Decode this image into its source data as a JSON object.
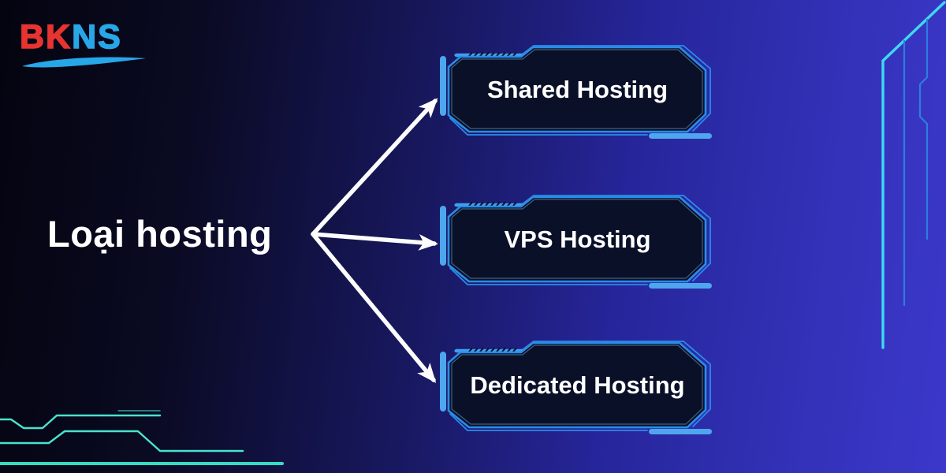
{
  "logo": {
    "text_red": "BK",
    "text_blue": "NS"
  },
  "title": "Loại hosting",
  "nodes": [
    {
      "label": "Shared Hosting"
    },
    {
      "label": "VPS Hosting"
    },
    {
      "label": "Dedicated Hosting"
    }
  ],
  "diagram": {
    "type": "mindmap",
    "root": "Loại hosting",
    "children": [
      "Shared Hosting",
      "VPS Hosting",
      "Dedicated Hosting"
    ]
  },
  "colors": {
    "background_start": "#040410",
    "background_end": "#3b38cb",
    "panel_fill": "#0a1028",
    "panel_border": "#2a8ce8",
    "panel_accent": "#4da6ee",
    "arrow": "#fcfcfc",
    "circuit_cyan": "#3fd9f2",
    "circuit_blue": "#2f7ce0",
    "circuit_teal": "#49e2cc",
    "logo_red": "#e73430",
    "logo_blue": "#27a7e8",
    "text": "#ffffff"
  }
}
